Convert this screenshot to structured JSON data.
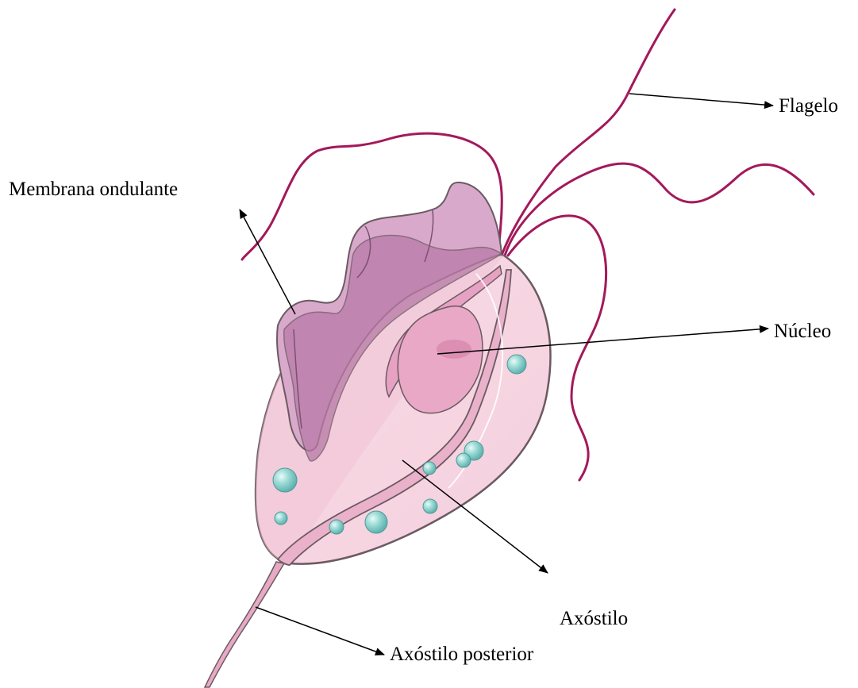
{
  "figure": {
    "subject": "trichomonas-cell",
    "colors": {
      "flagella": "#a3195b",
      "membrane_light": "#d9a9cc",
      "membrane_dark": "#b97aa8",
      "body_fill": "#f6d6e2",
      "body_stroke": "#6b5a62",
      "nucleus_fill": "#e9a9c6",
      "nucleus_inner": "#dc8fb3",
      "vacuole": "#8fd3cf",
      "arrow": "#000000"
    }
  },
  "labels": {
    "flagelo": "Flagelo",
    "membrana_ondulante": "Membrana ondulante",
    "nucleo": "Núcleo",
    "axostilo": "Axóstilo",
    "axostilo_posterior": "Axóstilo posterior"
  }
}
